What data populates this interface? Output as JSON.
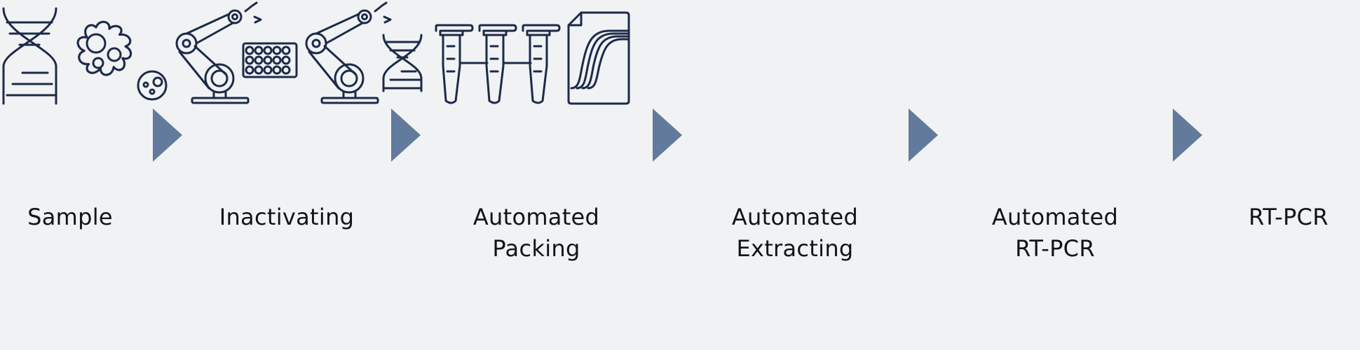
{
  "colors": {
    "background": "#f0f2f4",
    "icon_stroke": "#1c2a4a",
    "arrow_fill": "#627b9c",
    "label_text": "#111318"
  },
  "steps": [
    {
      "icon": "dna-icon",
      "label_lines": [
        "Sample"
      ]
    },
    {
      "icon": "virus-inactivation-icon",
      "label_lines": [
        "Inactivating"
      ]
    },
    {
      "icon": "robot-arm-plate-icon",
      "label_lines": [
        "Automated",
        "Packing"
      ]
    },
    {
      "icon": "robot-arm-dna-icon",
      "label_lines": [
        "Automated",
        "Extracting"
      ]
    },
    {
      "icon": "pcr-tubes-icon",
      "label_lines": [
        "Automated",
        "RT-PCR"
      ]
    },
    {
      "icon": "pcr-curve-document-icon",
      "label_lines": [
        "RT-PCR"
      ]
    }
  ]
}
